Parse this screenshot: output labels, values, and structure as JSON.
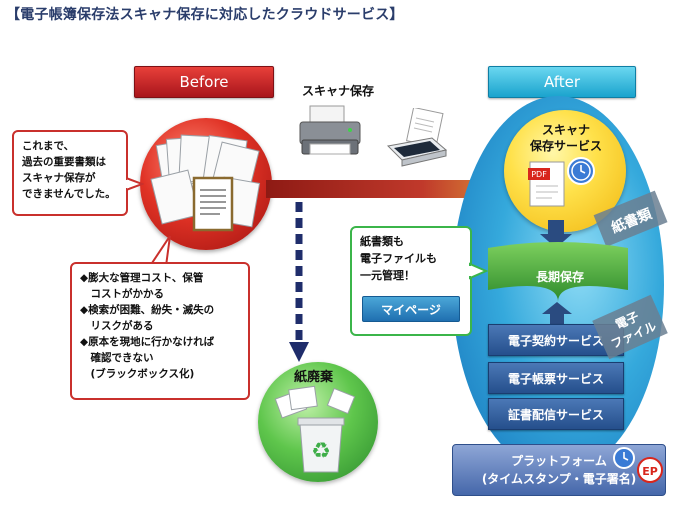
{
  "title": "【電子帳簿保存法スキャナ保存に対応したクラウドサービス】",
  "before_label": "Before",
  "after_label": "After",
  "scanner_label": "スキャナ保存",
  "left_callout": [
    "これまで、",
    "過去の重要書類は",
    "スキャナ保存が",
    "できませんでした。"
  ],
  "problems": [
    "◆膨大な管理コスト、保管",
    "　コストがかかる",
    "◆検索が困難、紛失・滅失の",
    "　リスクがある",
    "◆原本を現地に行かなければ",
    "　確認できない",
    "　(ブラックボックス化)"
  ],
  "paper_waste": "紙廃棄",
  "mid_callout": [
    "紙書類も",
    "電子ファイルも",
    "一元管理！"
  ],
  "mypage": "マイページ",
  "scanner_service": [
    "スキャナ",
    "保存サービス"
  ],
  "pdf": "PDF",
  "paper_docs": "紙書類",
  "long_term": "長期保存",
  "electronic_file": [
    "電子",
    "ファイル"
  ],
  "services": [
    "電子契約サービス",
    "電子帳票サービス",
    "証書配信サービス"
  ],
  "platform": [
    "プラットフォーム",
    "(タイムスタンプ・電子署名)"
  ],
  "ep_mark": "EP",
  "colors": {
    "before": "#c8201f",
    "after": "#1aa3cd",
    "title": "#2a3d6b",
    "service": "#254f8c",
    "callout_red": "#c9302c",
    "callout_green": "#3bb54a"
  }
}
